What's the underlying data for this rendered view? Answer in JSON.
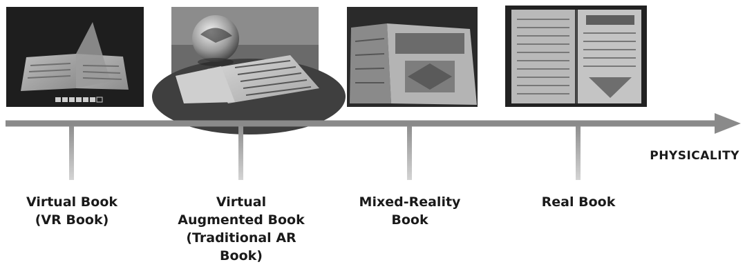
{
  "axis": {
    "label": "PHYSICALITY"
  },
  "stages": [
    {
      "label": "Virtual Book\n(VR Book)",
      "picture": "virtual-book-photo"
    },
    {
      "label": "Virtual\nAugmented Book\n(Traditional AR\nBook)",
      "picture": "augmented-book-photo"
    },
    {
      "label": "Mixed-Reality\nBook",
      "picture": "mixed-reality-book-photo"
    },
    {
      "label": "Real Book",
      "picture": "real-book-photo"
    }
  ],
  "colors": {
    "axis_gray": "#8a8a8a",
    "tick_gray": "#a6a6a6",
    "text": "#1a1a1a"
  }
}
